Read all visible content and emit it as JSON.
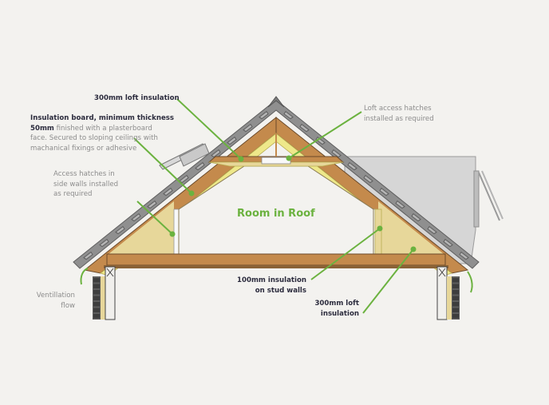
{
  "diagram": {
    "room_label": "Room in Roof",
    "callouts": {
      "loft_top": "300mm loft insulation",
      "board_bold_1": "Insulation board, minimum thickness",
      "board_bold_2": "50mm",
      "board_rest_1": " finished with a plasterboard",
      "board_rest_2": "face. Secured to sloping ceilings with",
      "board_rest_3": "machanical fixings or adhesive",
      "hatch_side_1": "Access hatches in",
      "hatch_side_2": "side walls installed",
      "hatch_side_3": "as required",
      "hatch_loft_1": "Loft access hatches",
      "hatch_loft_2": "installed as required",
      "vent_1": "Ventillation",
      "vent_2": "flow",
      "stud_1": "100mm insulation",
      "stud_2": "on stud walls",
      "loft_bottom_1": "300mm loft",
      "loft_bottom_2": "insulation"
    },
    "colors": {
      "background": "#f3f2ef",
      "timber": "#c48a4c",
      "timber_edge": "#6b4a2a",
      "insulation": "#e7d79a",
      "board": "#eee88a",
      "room": "#f3f2ef",
      "roof_tile": "#8f8f8f",
      "wall_grey": "#d6d6d6",
      "callout_line": "#6bb23f",
      "label_dark": "#2b2b3d",
      "label_grey": "#8c8c8c"
    }
  }
}
